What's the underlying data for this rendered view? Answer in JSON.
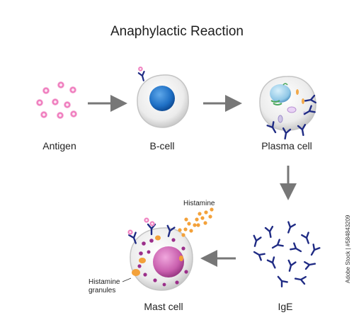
{
  "title": "Anaphylactic Reaction",
  "labels": {
    "antigen": "Antigen",
    "bcell": "B-cell",
    "plasma": "Plasma cell",
    "ige": "IgE",
    "mast": "Mast cell",
    "histamine": "Histamine",
    "granules_line1": "Histamine",
    "granules_line2": "granules"
  },
  "watermark": "Adobe Stock | #584843209",
  "colors": {
    "antigen": "#e6439f",
    "antibody": "#1f2b84",
    "bcell_nucleus": "#1e6fc4",
    "histamine": "#f3a13a",
    "mast_nucleus": "#b84c9b",
    "arrow": "#777777"
  }
}
